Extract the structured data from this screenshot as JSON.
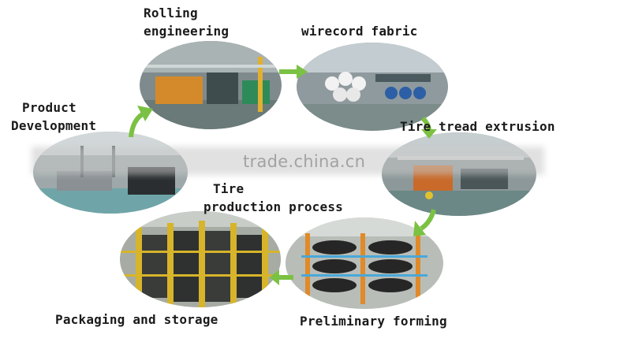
{
  "labels": {
    "rolling_line1": "Rolling",
    "rolling_line2": "engineering",
    "wirecord": "wirecord fabric",
    "product_line1": "Product",
    "product_line2": "Development",
    "tread": "Tire tread extrusion",
    "center_line1": "Tire",
    "center_line2": "production process",
    "packaging": "Packaging and storage",
    "forming": "Preliminary forming"
  },
  "watermark": "trade.china.cn",
  "colors": {
    "arrow": "#7bc143",
    "text": "#1a1a1a"
  }
}
